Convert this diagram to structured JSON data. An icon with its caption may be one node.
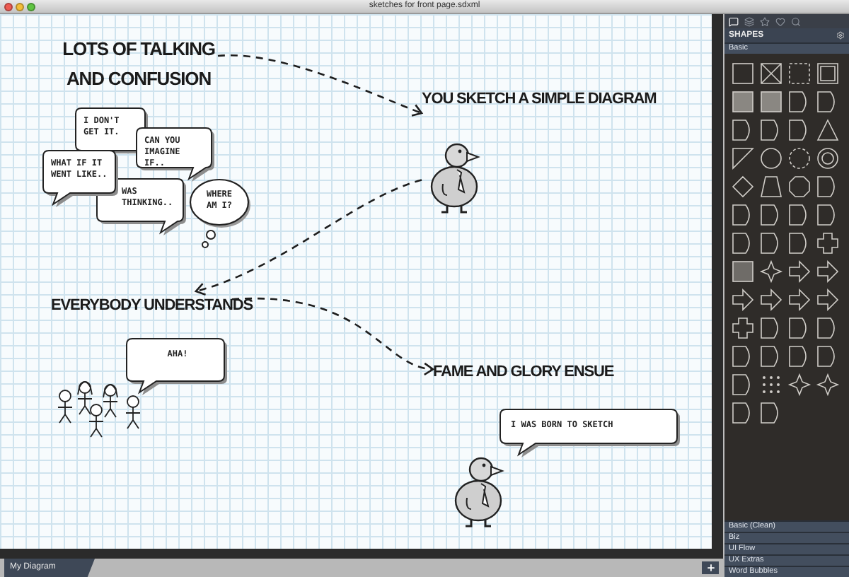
{
  "diagram": {
    "nodes": [
      {
        "text": [
          "LOTS OF TALKING AND CONFUSION"
        ]
      },
      {
        "text": [
          "I DON'T GET IT."
        ]
      },
      {
        "text": [
          "CAN YOU IMAGINE IF.."
        ]
      },
      {
        "text": [
          "WHAT IF IT WENT LIKE.."
        ]
      },
      {
        "text": [
          "WAS THINKING.."
        ]
      },
      {
        "text": [
          "WHERE AM I?"
        ]
      },
      {
        "text": [
          "YOU SKETCH A SIMPLE DIAGRAM"
        ]
      },
      {
        "text": [
          "EVERYBODY UNDERSTANDS"
        ]
      },
      {
        "text": [
          "AHA!"
        ]
      },
      {
        "text": [
          "FAME AND GLORY ENSUE"
        ]
      },
      {
        "text": [
          "I WAS BORN TO SKETCH"
        ]
      }
    ],
    "edges": [
      {
        "from": 0,
        "to": 6,
        "arrow": "to",
        "style": "dashed"
      },
      {
        "from": 6,
        "to": 7,
        "arrow": "to",
        "style": "dashed"
      },
      {
        "from": 7,
        "to": 9,
        "arrow": "to",
        "style": "dashed"
      }
    ],
    "labels": [
      "sketches for front page.sdxml",
      "SHAPES",
      "Basic",
      "Basic (Clean)",
      "Biz",
      "UI Flow",
      "UX Extras",
      "Word Bubbles",
      "My Diagram"
    ]
  }
}
